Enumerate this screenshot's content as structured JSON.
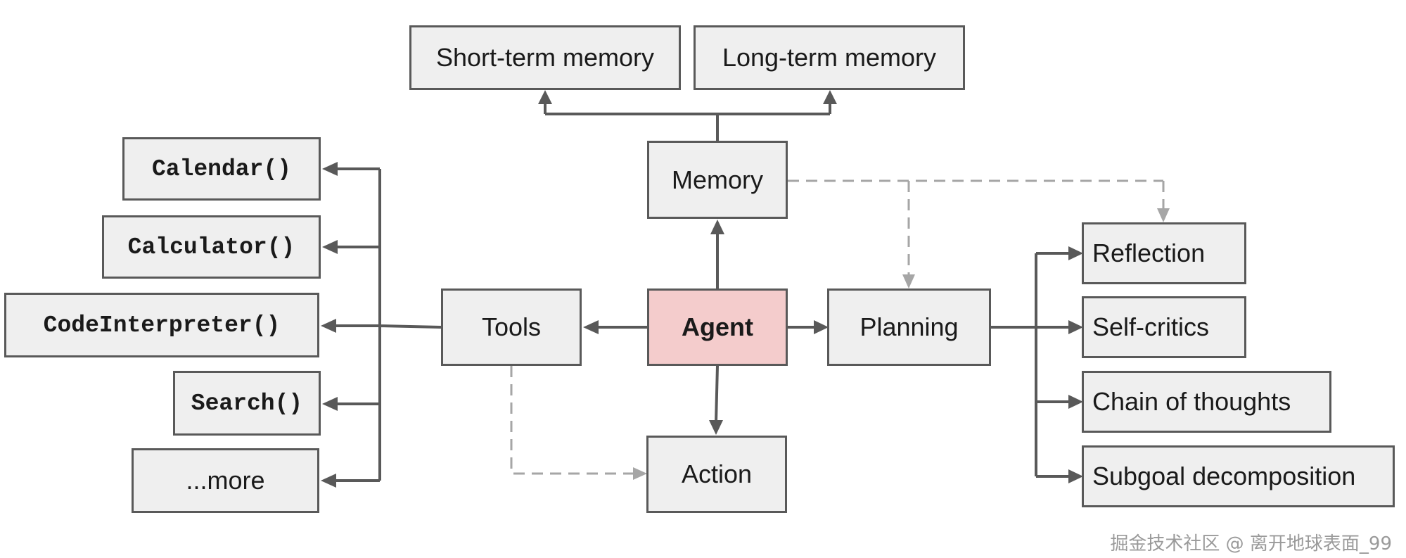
{
  "nodes": {
    "short_term_memory": "Short-term memory",
    "long_term_memory": "Long-term memory",
    "memory": "Memory",
    "calendar": "Calendar()",
    "calculator": "Calculator()",
    "code_interpreter": "CodeInterpreter()",
    "search": "Search()",
    "more": "...more",
    "tools": "Tools",
    "agent": "Agent",
    "planning": "Planning",
    "action": "Action",
    "reflection": "Reflection",
    "self_critics": "Self-critics",
    "chain_of_thoughts": "Chain of thoughts",
    "subgoal_decomposition": "Subgoal decomposition"
  },
  "colors": {
    "box_fill": "#efefef",
    "agent_fill": "#f4cccc",
    "border": "#595959",
    "solid_arrow": "#595959",
    "dashed_arrow": "#a6a6a6"
  },
  "watermark": "掘金技术社区 @ 离开地球表面_99"
}
